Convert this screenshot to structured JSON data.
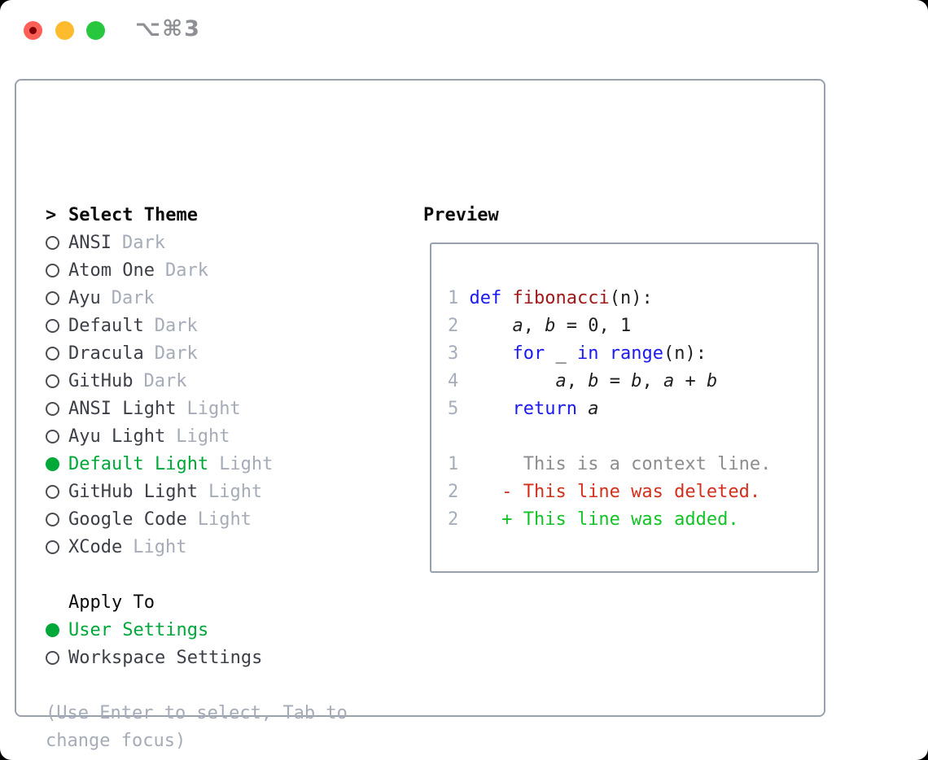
{
  "window": {
    "shortcut": "⌥⌘3"
  },
  "theme_picker": {
    "prompt": ">",
    "title": "Select Theme",
    "themes": [
      {
        "name": "ANSI",
        "variant": "Dark",
        "selected": false
      },
      {
        "name": "Atom One",
        "variant": "Dark",
        "selected": false
      },
      {
        "name": "Ayu",
        "variant": "Dark",
        "selected": false
      },
      {
        "name": "Default",
        "variant": "Dark",
        "selected": false
      },
      {
        "name": "Dracula",
        "variant": "Dark",
        "selected": false
      },
      {
        "name": "GitHub",
        "variant": "Dark",
        "selected": false
      },
      {
        "name": "ANSI Light",
        "variant": "Light",
        "selected": false
      },
      {
        "name": "Ayu Light",
        "variant": "Light",
        "selected": false
      },
      {
        "name": "Default Light",
        "variant": "Light",
        "selected": true
      },
      {
        "name": "GitHub Light",
        "variant": "Light",
        "selected": false
      },
      {
        "name": "Google Code",
        "variant": "Light",
        "selected": false
      },
      {
        "name": "XCode",
        "variant": "Light",
        "selected": false
      }
    ]
  },
  "apply_to": {
    "title": "Apply To",
    "options": [
      {
        "label": "User Settings",
        "selected": true
      },
      {
        "label": "Workspace Settings",
        "selected": false
      }
    ]
  },
  "help": [
    "(Use Enter to select, Tab to",
    "change focus)"
  ],
  "preview": {
    "title": "Preview",
    "lines": [
      {
        "gutter": "1",
        "tokens": [
          {
            "t": "plain",
            "s": " "
          },
          {
            "t": "kw",
            "s": "def"
          },
          {
            "t": "plain",
            "s": " "
          },
          {
            "t": "fn",
            "s": "fibonacci"
          },
          {
            "t": "plain",
            "s": "(n):"
          }
        ]
      },
      {
        "gutter": "2",
        "tokens": [
          {
            "t": "plain",
            "s": "     "
          },
          {
            "t": "var",
            "s": "a"
          },
          {
            "t": "plain",
            "s": ", "
          },
          {
            "t": "var",
            "s": "b"
          },
          {
            "t": "plain",
            "s": " = 0, 1"
          }
        ]
      },
      {
        "gutter": "3",
        "tokens": [
          {
            "t": "plain",
            "s": "     "
          },
          {
            "t": "kw",
            "s": "for"
          },
          {
            "t": "plain",
            "s": " _ "
          },
          {
            "t": "kw",
            "s": "in"
          },
          {
            "t": "plain",
            "s": " "
          },
          {
            "t": "kw",
            "s": "range"
          },
          {
            "t": "plain",
            "s": "(n):"
          }
        ]
      },
      {
        "gutter": "4",
        "tokens": [
          {
            "t": "plain",
            "s": "         "
          },
          {
            "t": "var",
            "s": "a"
          },
          {
            "t": "plain",
            "s": ", "
          },
          {
            "t": "var",
            "s": "b"
          },
          {
            "t": "plain",
            "s": " = "
          },
          {
            "t": "var",
            "s": "b"
          },
          {
            "t": "plain",
            "s": ", "
          },
          {
            "t": "var",
            "s": "a"
          },
          {
            "t": "plain",
            "s": " + "
          },
          {
            "t": "var",
            "s": "b"
          }
        ]
      },
      {
        "gutter": "5",
        "tokens": [
          {
            "t": "plain",
            "s": "     "
          },
          {
            "t": "kw",
            "s": "return"
          },
          {
            "t": "plain",
            "s": " "
          },
          {
            "t": "var",
            "s": "a"
          }
        ]
      },
      {
        "gutter": "",
        "tokens": []
      },
      {
        "gutter": "1",
        "tokens": [
          {
            "t": "ctx",
            "s": "      This is a context line."
          }
        ]
      },
      {
        "gutter": "2",
        "tokens": [
          {
            "t": "del",
            "s": "    - This line was deleted."
          }
        ]
      },
      {
        "gutter": "2",
        "tokens": [
          {
            "t": "add",
            "s": "    + This line was added."
          }
        ]
      }
    ]
  },
  "colors": {
    "traffic_red": "#fe5f57",
    "traffic_red_dot": "#7e0108",
    "traffic_yellow": "#febb2e",
    "traffic_green": "#27c83f",
    "shortcut": "#8e9095",
    "border": "#99a1ad",
    "heading": "#0b0b0c",
    "text": "#3c3f47",
    "muted": "#a5acb8",
    "selected": "#00a839",
    "radio_outline": "#4a4d54",
    "gutter": "#a6adbb",
    "code": "#1f1f1f",
    "keyword": "#1a1af0",
    "function": "#a01818",
    "context": "#8d8d91",
    "deleted": "#d3301c",
    "added": "#12c226"
  }
}
